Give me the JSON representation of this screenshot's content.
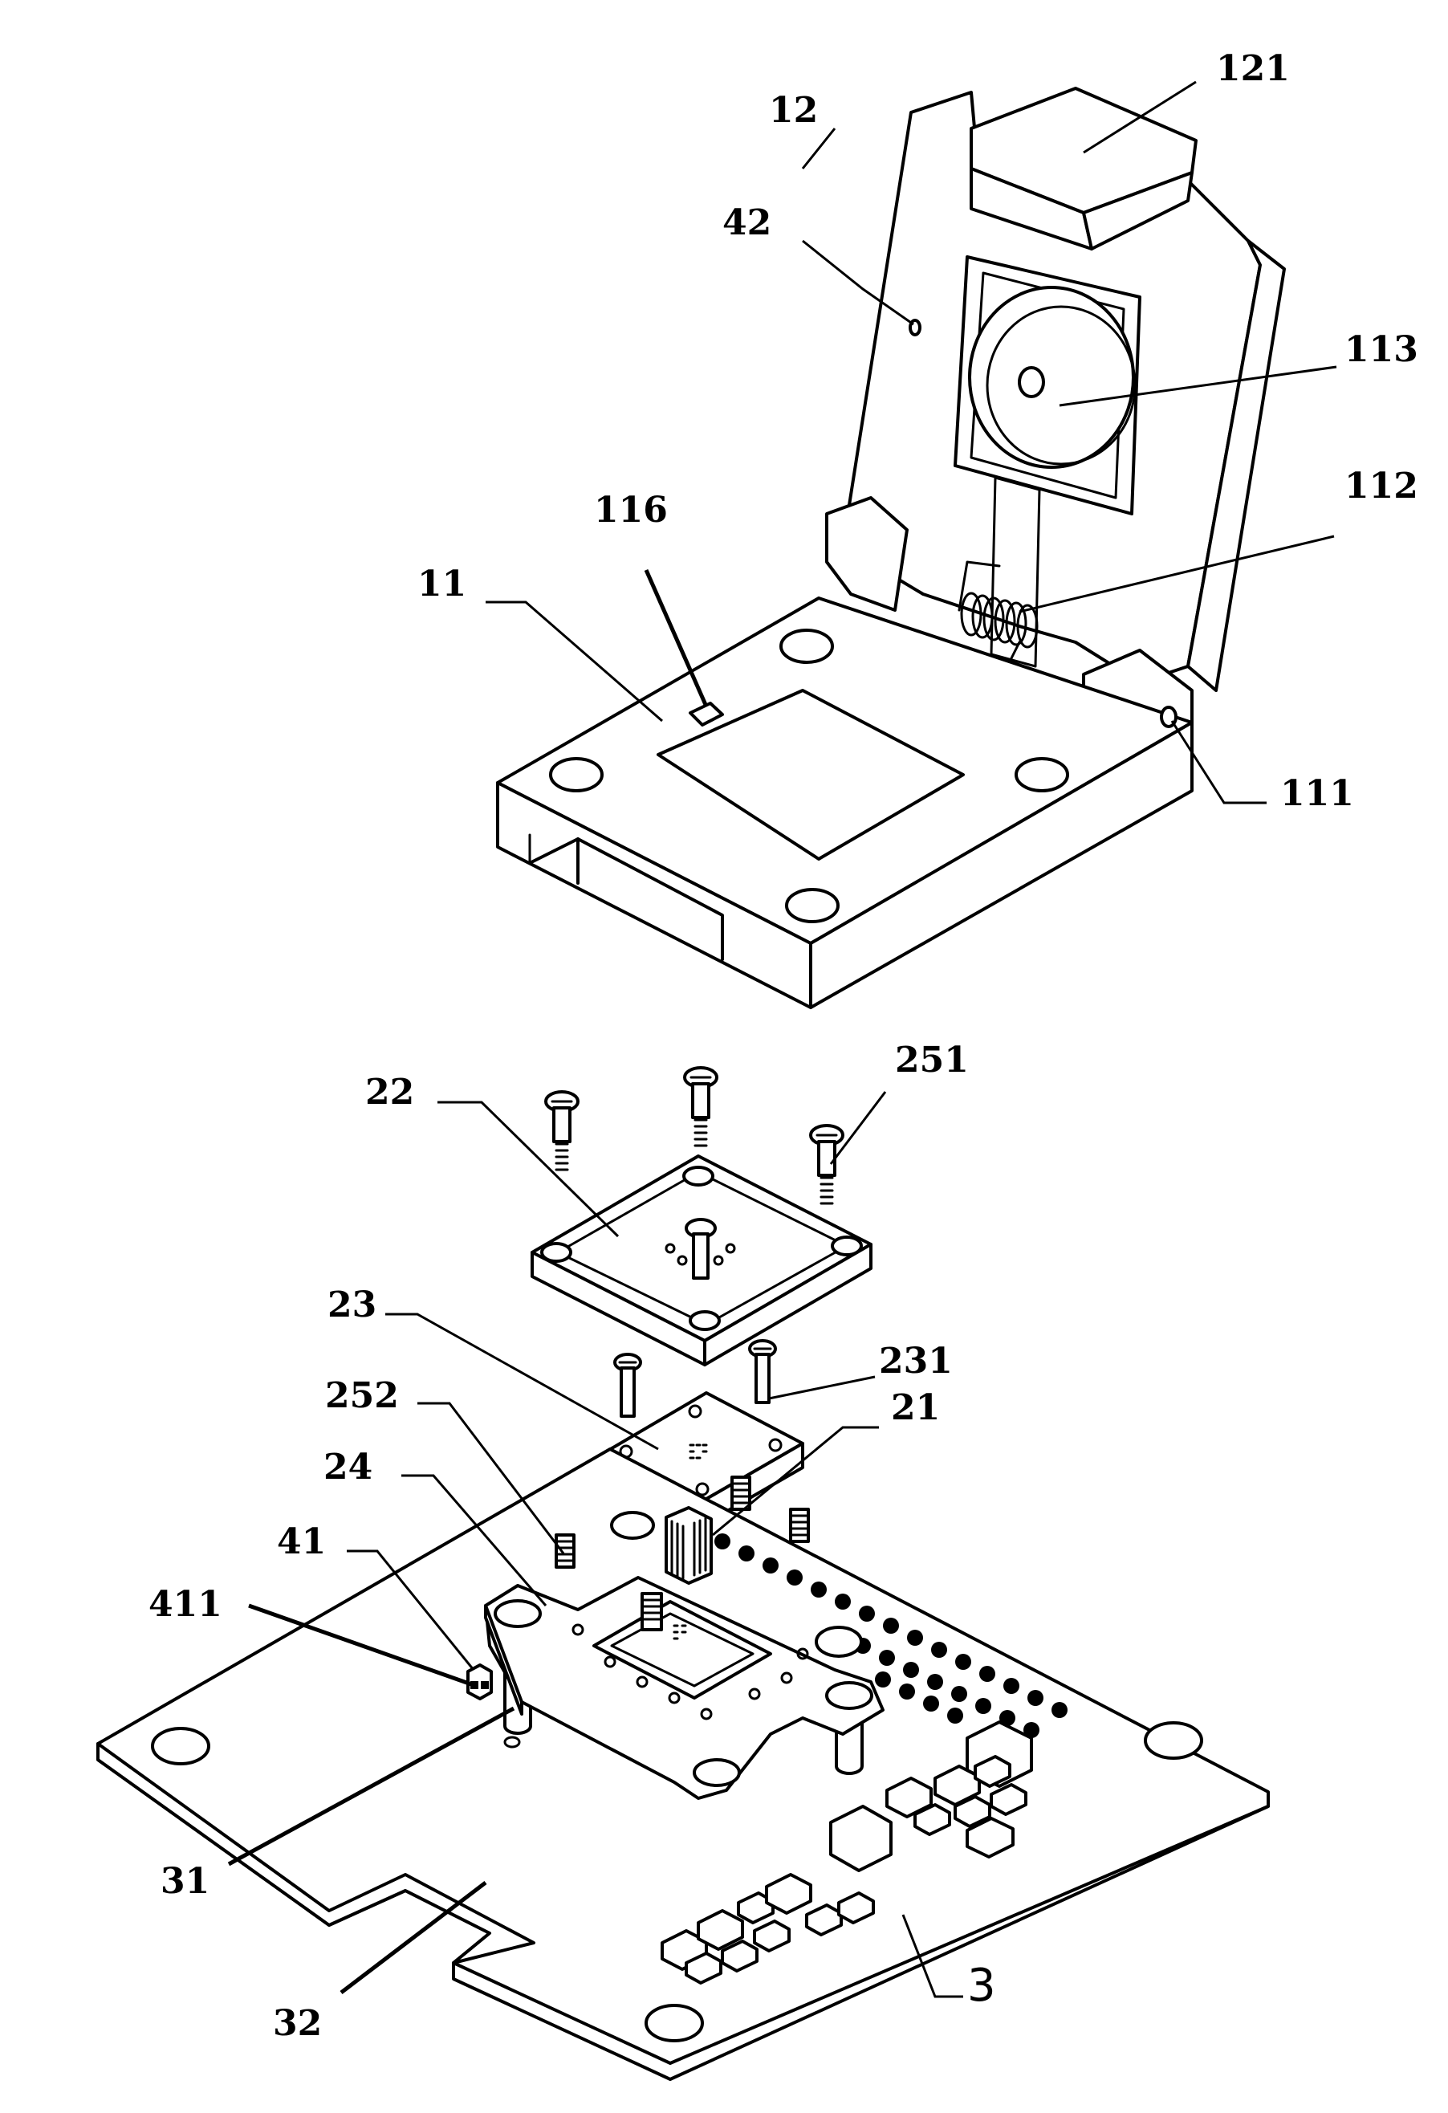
{
  "figure": {
    "labels": {
      "l121": "121",
      "l12": "12",
      "l42": "42",
      "l113": "113",
      "l112": "112",
      "l116": "116",
      "l11": "11",
      "l111": "111",
      "l22": "22",
      "l251": "251",
      "l23": "23",
      "l231": "231",
      "l252": "252",
      "l21": "21",
      "l24": "24",
      "l41": "41",
      "l411": "411",
      "l31": "31",
      "l32": "32",
      "l3": "3"
    }
  }
}
